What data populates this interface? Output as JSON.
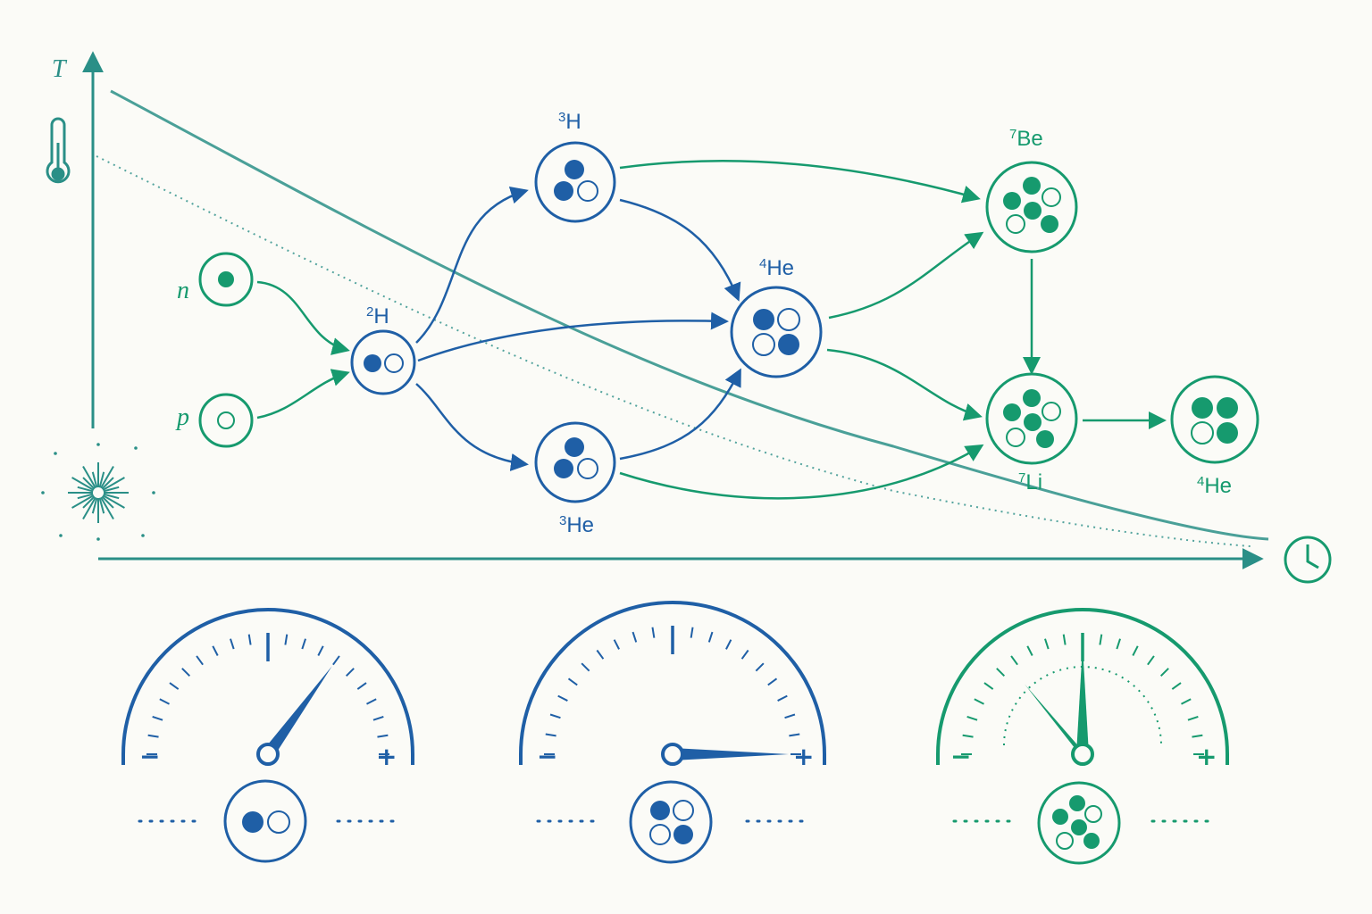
{
  "colors": {
    "blue": "#1f5fa6",
    "green": "#169a6e",
    "teal": "#2a8f87",
    "background": "#fbfbf7"
  },
  "axes": {
    "y_label": "T",
    "y_icon": "thermometer-icon",
    "x_icon": "clock-icon",
    "origin_icon": "big-bang-burst-icon"
  },
  "nuclei": {
    "n": {
      "label": "n"
    },
    "p": {
      "label": "p"
    },
    "h2": {
      "mass": "2",
      "symbol": "H"
    },
    "h3": {
      "mass": "3",
      "symbol": "H"
    },
    "he3": {
      "mass": "3",
      "symbol": "He"
    },
    "he4": {
      "mass": "4",
      "symbol": "He"
    },
    "be7": {
      "mass": "7",
      "symbol": "Be"
    },
    "li7": {
      "mass": "7",
      "symbol": "Li"
    },
    "he4_final": {
      "mass": "4",
      "symbol": "He"
    }
  },
  "gauges": [
    {
      "minus": "−",
      "plus": "+",
      "needle_level": 0.7,
      "nucleus": "2H"
    },
    {
      "minus": "−",
      "plus": "+",
      "needle_level": 1.0,
      "nucleus": "4He"
    },
    {
      "minus": "−",
      "plus": "+",
      "needle_level": 0.5,
      "nucleus": "7Li"
    }
  ]
}
